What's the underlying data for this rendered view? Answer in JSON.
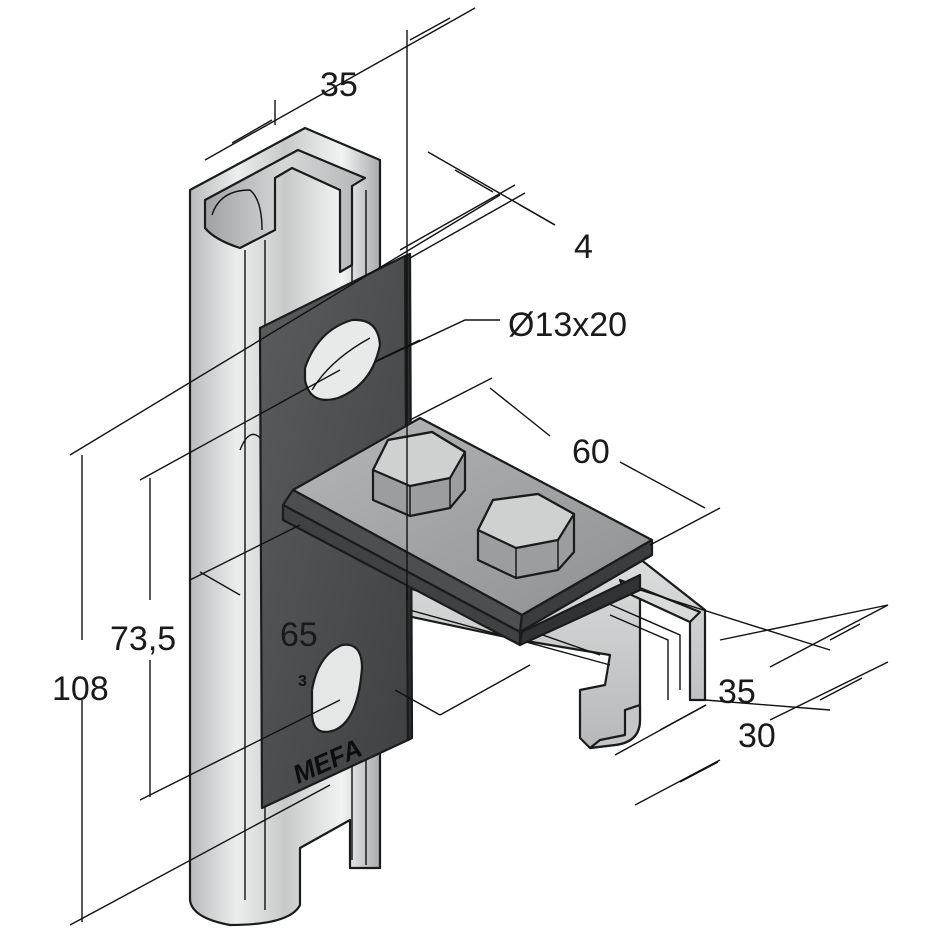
{
  "dimensions": {
    "top_width": "35",
    "plate_thickness": "4",
    "slot": "Ø13x20",
    "arm_length": "60",
    "hole_spacing": "73,5",
    "plate_height": "108",
    "arm_offset": "65",
    "channel_width": "35",
    "channel_height": "30"
  },
  "plate_marking": "MEFA",
  "plate_small_mark": "3"
}
